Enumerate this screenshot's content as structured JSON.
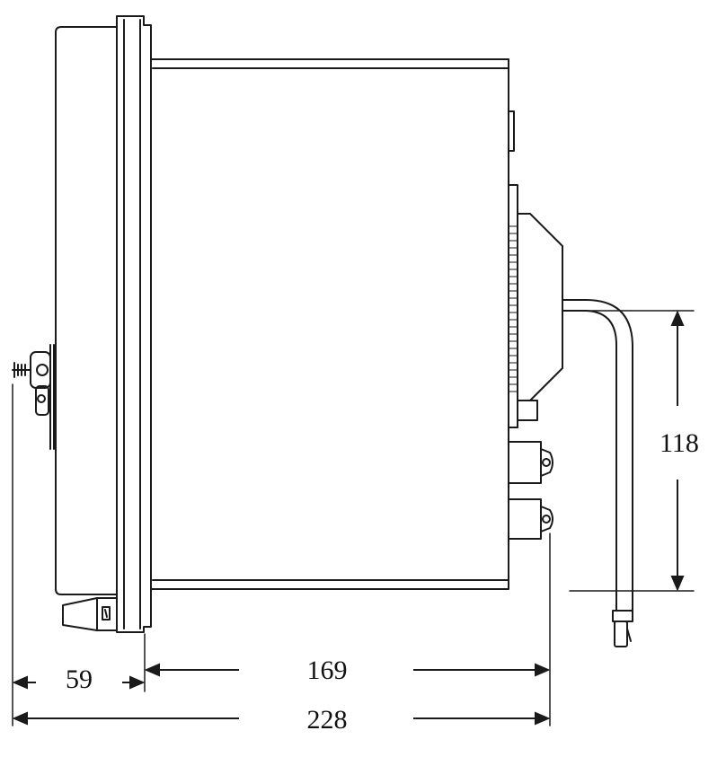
{
  "dimensions": {
    "front_depth": "59",
    "body_depth": "169",
    "total_depth": "228",
    "cable_height": "118"
  },
  "colors": {
    "line": "#1a1a1a",
    "background": "#ffffff"
  }
}
